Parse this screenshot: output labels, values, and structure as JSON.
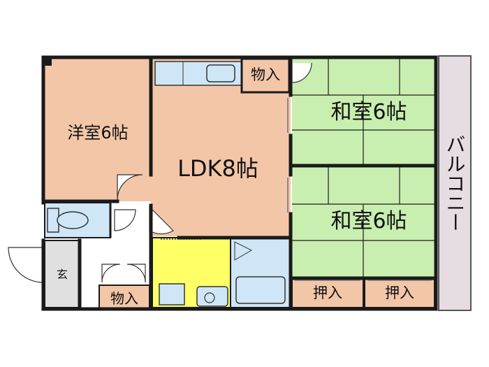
{
  "rooms": {
    "western_room": "洋室6帖",
    "ldk": "LDK8帖",
    "japanese_room_1": "和室6帖",
    "japanese_room_2": "和室6帖",
    "balcony": "バルコニー",
    "storage_top": "物入",
    "storage_bottom": "物入",
    "closet_left": "押入",
    "closet_right": "押入",
    "entrance": "玄"
  },
  "colors": {
    "wall": "#1a1a1a",
    "western": "#f3c6a8",
    "ldk": "#f3c6a8",
    "storage": "#f3c6a8",
    "japanese": "#c8efb0",
    "tatami_line": "#1a1a1a",
    "kitchen": "#cfe6f7",
    "bath": "#cfe6f7",
    "toilet": "#cfe6f7",
    "washroom": "#ffff66",
    "balcony": "#e6dde3",
    "entrance": "#e0e0e0",
    "hall": "#ffffff"
  }
}
